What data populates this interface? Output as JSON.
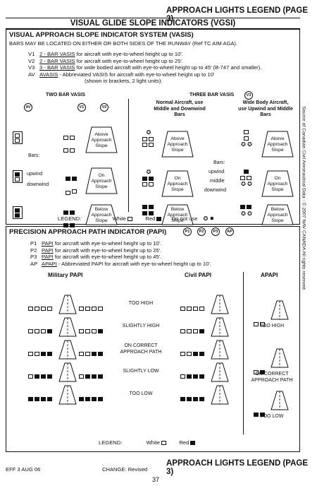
{
  "header": {
    "title": "APPROACH LIGHTS LEGEND (PAGE 3)"
  },
  "vgsi": {
    "title": "VISUAL GLIDE SLOPE INDICATORS (VGSI)",
    "vasis_title": "VISUAL APPROACH SLOPE INDICATOR SYSTEM (VASIS)",
    "note": "BARS MAY BE LOCATED ON EITHER OR BOTH SIDES OF THE RUNWAY (Ref TC AIM AGA).",
    "defs": [
      {
        "code": "V1",
        "link": "2 - BAR VASIS",
        "text": " for aircraft with eye-to-wheel height up to 10'."
      },
      {
        "code": "V2",
        "link": "2 - BAR VASIS",
        "text": " for aircraft with eye-to-wheel height up to 25'."
      },
      {
        "code": "V3",
        "link": "3 - BAR VASIS",
        "text": " for wide bodied aircraft with eye-to-wheel height up to 45' (B-747 and smaller)."
      },
      {
        "code": "AV",
        "link": "AVASIS",
        "text": " - Abbreviated VASIS for aircraft with eye-to-wheel height up to 10'"
      }
    ],
    "defs_sub": "(shown in brackets, 2 light units).",
    "two_bar": "TWO BAR VASIS",
    "three_bar": "THREE BAR VASIS",
    "col_normal": "Normal Aircraft, use Middle and Downwind Bars",
    "col_wide": "Wide Body Aircraft, use Upwind and Middle Bars",
    "icons": {
      "av": "AV",
      "v1": "V1",
      "v2": "V2",
      "v3": "V3"
    },
    "bars_label": "Bars:",
    "upwind": "upwind",
    "downwind": "downwind",
    "middle": "middle",
    "slopes": {
      "above": "Above Approach Slope",
      "on": "On Approach Slope",
      "below": "Below Approach Slope"
    },
    "legend": {
      "label": "LEGEND:",
      "white": "White",
      "red": "Red",
      "not_use": "Do not use"
    }
  },
  "papi": {
    "title": "PRECISION APPROACH PATH INDICATOR (PAPI)",
    "icons": {
      "p1": "P1",
      "p2": "P2",
      "p3": "P3",
      "ap": "AP"
    },
    "defs": [
      {
        "code": "P1",
        "link": "PAPI",
        "text": " for aircraft with eye-to-wheel height up to 10'."
      },
      {
        "code": "P2",
        "link": "PAPI",
        "text": " for aircraft with eye-to-wheel height up to 25'."
      },
      {
        "code": "P3",
        "link": "PAPI",
        "text": " for aircraft with eye-to-wheel height up to 45'."
      },
      {
        "code": "AP",
        "link": "APAPI",
        "text": " - Abbreviated PAPI for aircraft with eye-to-wheel height up to 10'."
      }
    ],
    "military": "Military PAPI",
    "civil": "Civil PAPI",
    "apapi": "APAPI",
    "rows": [
      "TOO HIGH",
      "SLIGHTLY HIGH",
      "ON CORRECT APPROACH PATH",
      "SLIGHTLY LOW",
      "TOO LOW"
    ],
    "apapi_rows": [
      "TOO HIGH",
      "ON CORRECT APPROACH PATH",
      "TOO LOW"
    ],
    "legend": {
      "label": "LEGEND:",
      "white": "White",
      "red": "Red"
    }
  },
  "source": "Source of Canadian Civil Aeronautical Data - © 2007 NAV CANADA All rights reserved",
  "footer": {
    "title": "APPROACH LIGHTS LEGEND (PAGE 3)",
    "eff": "EFF 3 AUG 06",
    "change": "CHANGE: Revised",
    "page": "37"
  }
}
